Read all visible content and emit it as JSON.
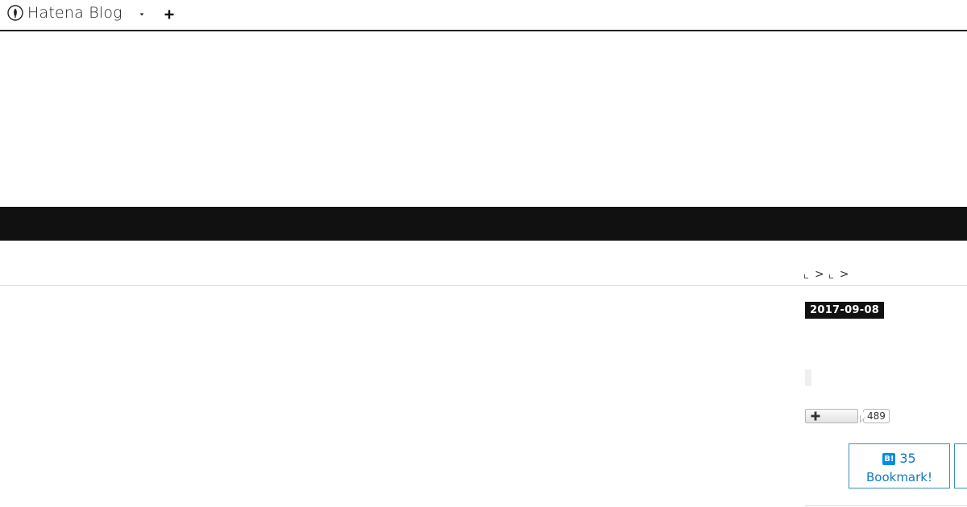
{
  "topbar": {
    "brand_name": "Hatena Blog",
    "icons": {
      "logo": "hatena-logo-icon",
      "dropdown": "caret-down-icon",
      "add": "plus-icon"
    }
  },
  "article": {
    "date": "2017-09-08",
    "star_count": "489",
    "bookmark": {
      "count": "35",
      "label": "Bookmark!",
      "icon": "B!"
    }
  },
  "breadcrumb": {
    "separators": [
      ">",
      ">"
    ]
  },
  "colors": {
    "header_band": "#111111",
    "date_badge_bg": "#111111",
    "bookmark_accent": "#0f7bc1",
    "hatena_blue": "#008fde"
  }
}
